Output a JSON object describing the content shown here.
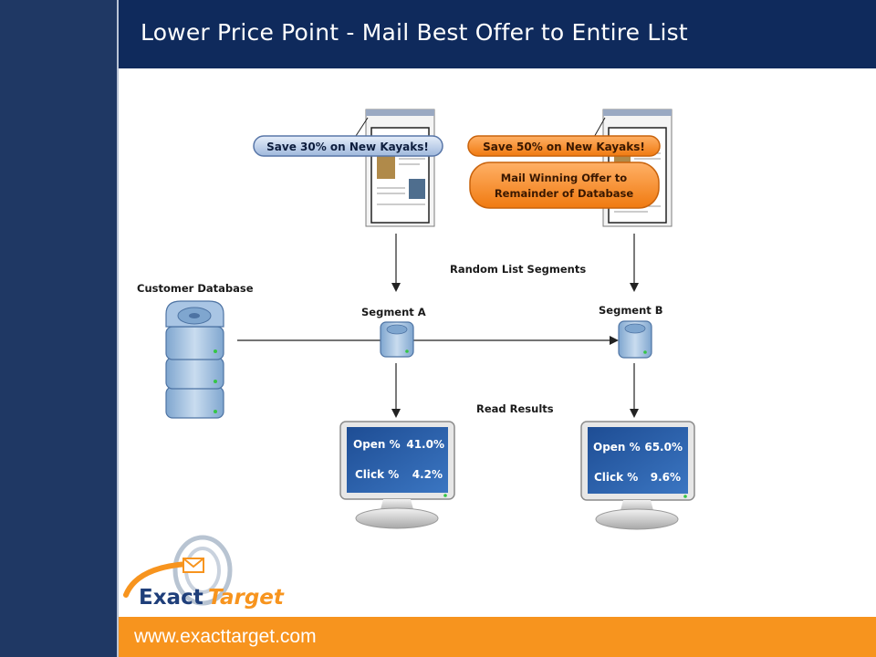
{
  "header": {
    "title": "Lower Price Point - Mail Best Offer to Entire List"
  },
  "footer": {
    "url": "www.exacttarget.com"
  },
  "logo": {
    "brand_first": "Exact",
    "brand_second": "Target"
  },
  "diagram": {
    "customer_database_label": "Customer Database",
    "random_segments_label": "Random List Segments",
    "read_results_label": "Read Results",
    "segment_a": {
      "label": "Segment A",
      "offer": "Save 30% on New Kayaks!",
      "open_label": "Open %",
      "open_value": "41.0%",
      "click_label": "Click %",
      "click_value": "4.2%"
    },
    "segment_b": {
      "label": "Segment B",
      "offer": "Save 50% on New Kayaks!",
      "open_label": "Open %",
      "open_value": "65.0%",
      "click_label": "Click %",
      "click_value": "9.6%"
    },
    "winning_offer": {
      "line1": "Mail Winning Offer to",
      "line2": "Remainder of Database"
    }
  },
  "colors": {
    "navy": "#1f3864",
    "header": "#0f2a5c",
    "orange": "#f7941e",
    "screen_blue": "#2d5fa8"
  }
}
